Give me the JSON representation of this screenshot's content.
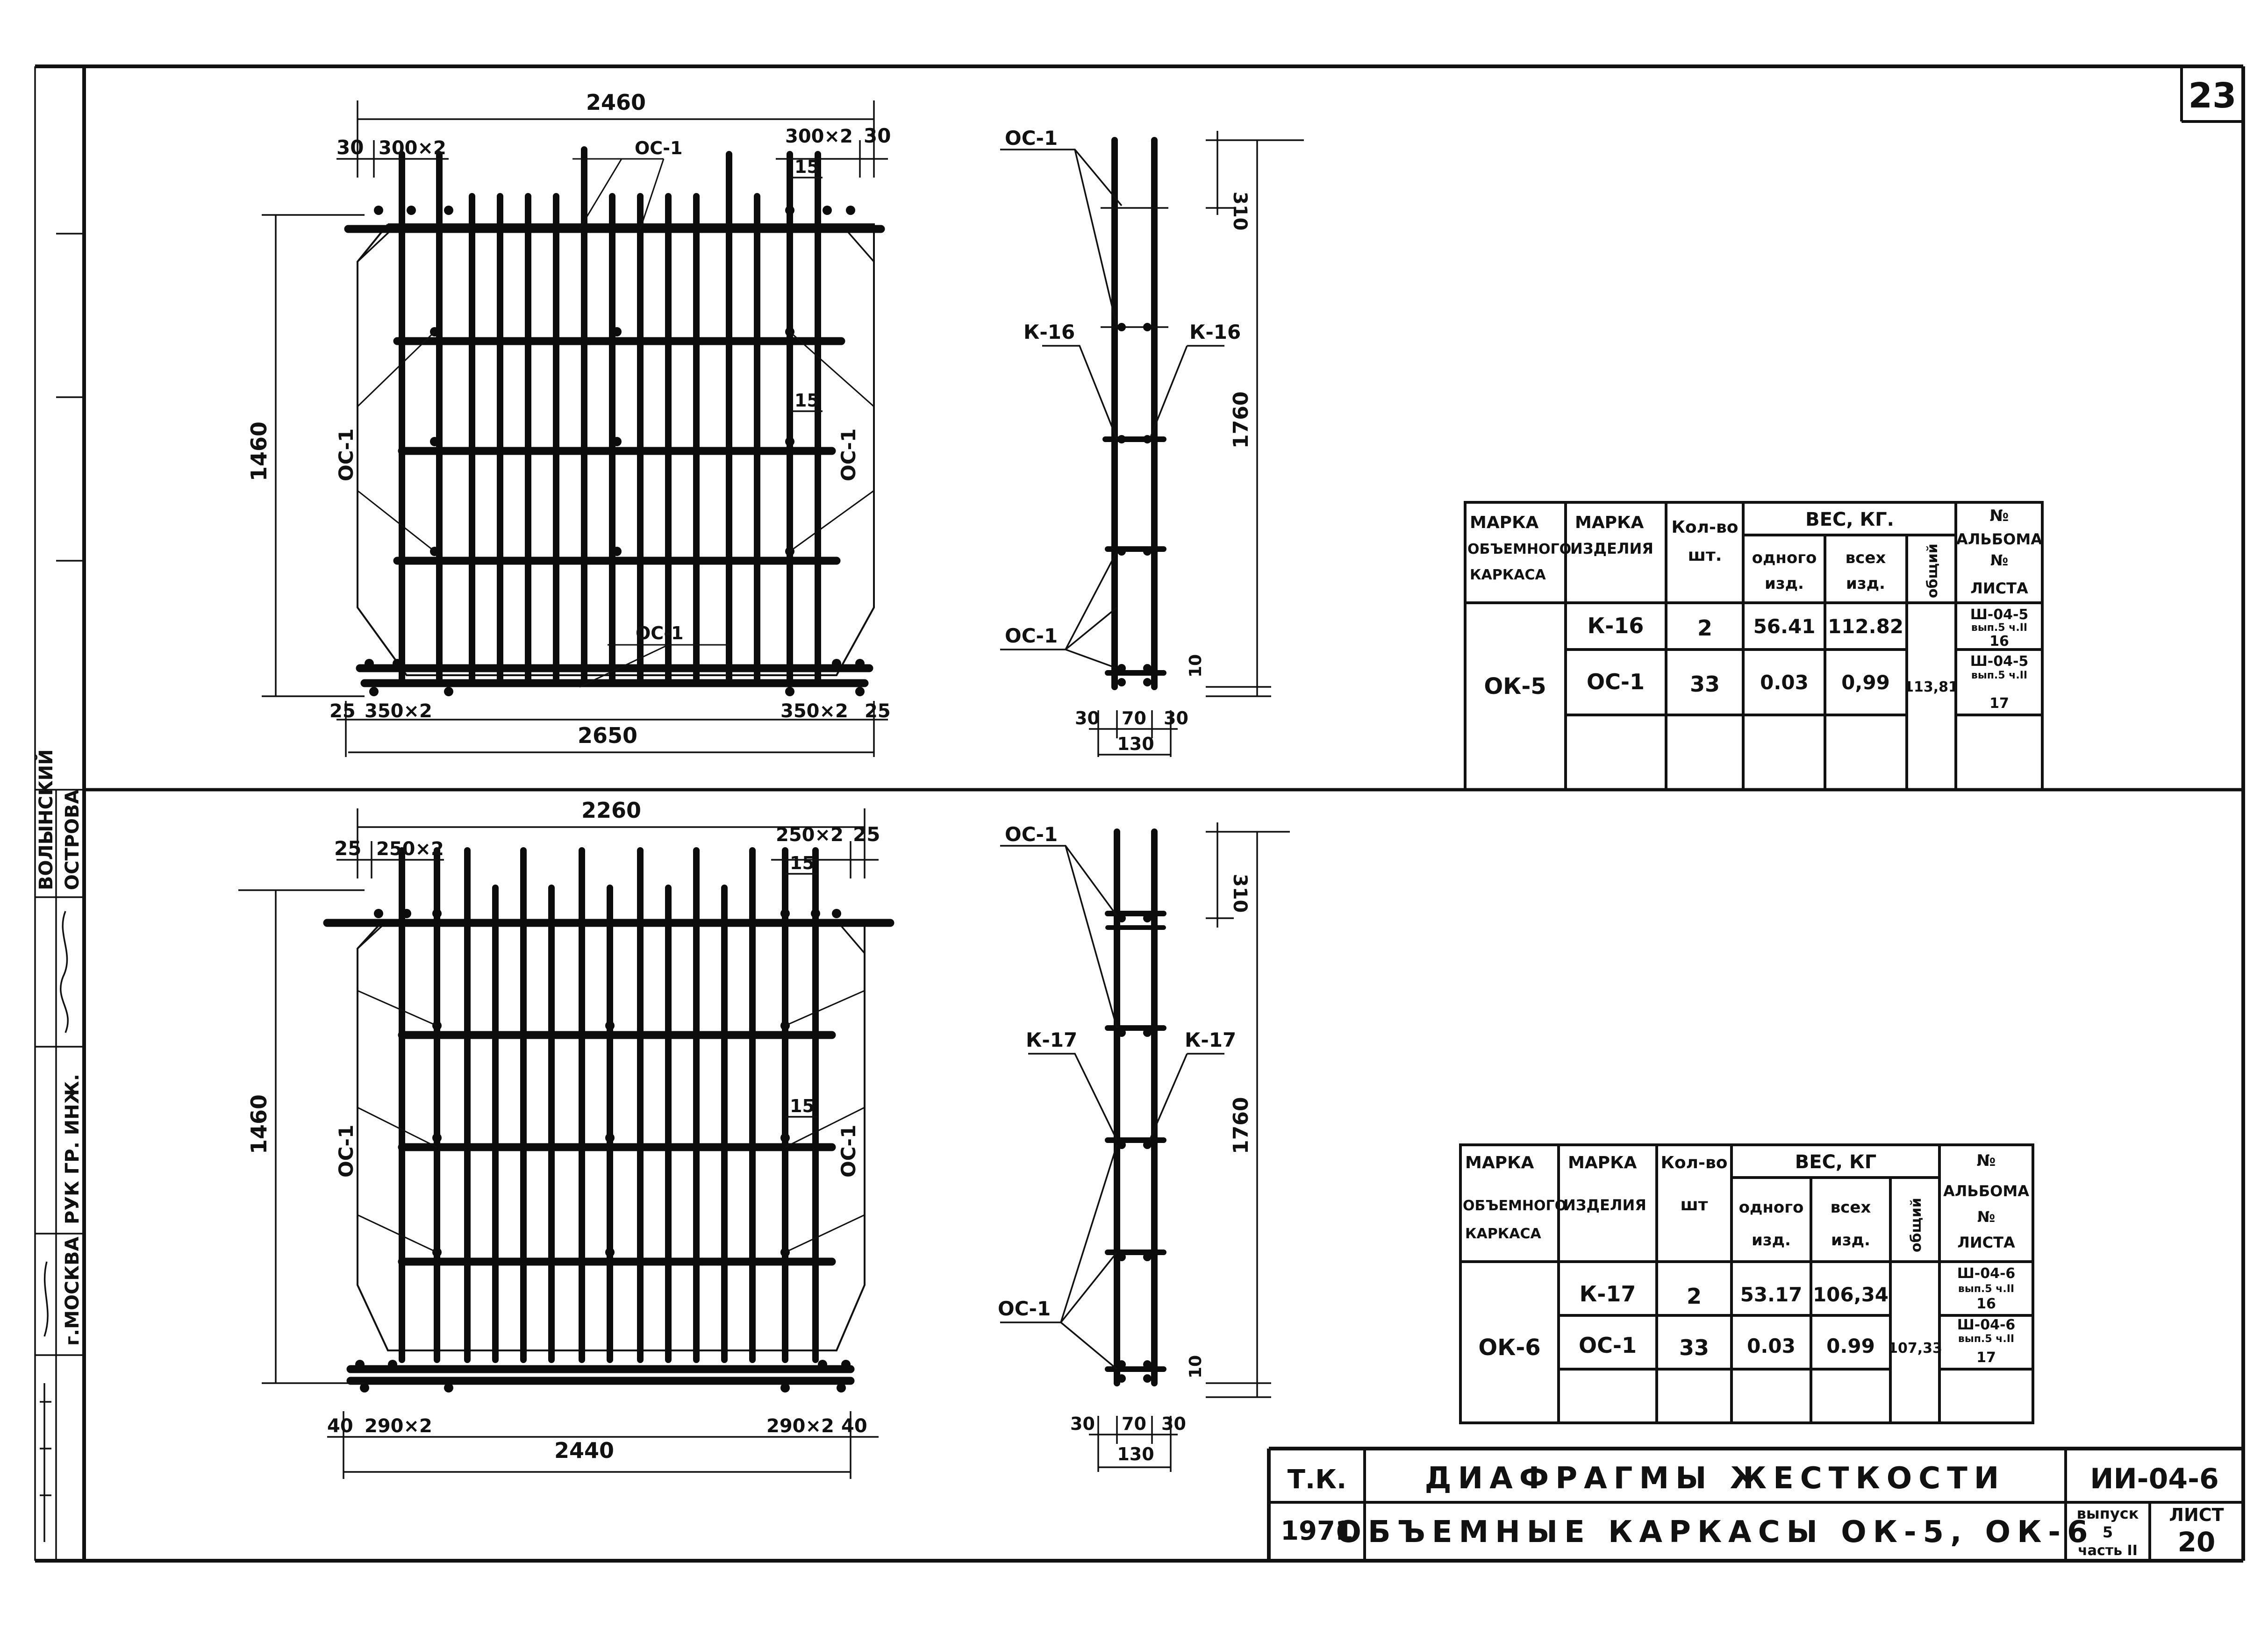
{
  "sheet": {
    "number": "23",
    "top_drawing": {
      "overall_top": "2460",
      "overall_bottom": "2650",
      "height": "1460",
      "top_left_edge": "30",
      "top_left_spacing": "300×2",
      "top_right_spacing": "300×2",
      "top_right_edge": "30",
      "top_15": "15",
      "mid_15": "15",
      "bottom_left_edge": "25",
      "bottom_left_spacing": "350×2",
      "bottom_right_spacing": "350×2",
      "bottom_right_edge": "25",
      "label_os1": "ОС-1"
    },
    "top_section": {
      "label_os1_top": "ОС-1",
      "label_k_left": "К-16",
      "label_k_right": "К-16",
      "label_os1_bottom": "ОС-1",
      "dim_310": "310",
      "dim_1760": "1760",
      "dim_10": "10",
      "dim_30a": "30",
      "dim_70": "70",
      "dim_30b": "30",
      "dim_130": "130"
    },
    "bottom_drawing": {
      "overall_top": "2260",
      "overall_bottom": "2440",
      "height": "1460",
      "top_left_edge": "25",
      "top_left_spacing": "250×2",
      "top_right_spacing": "250×2",
      "top_right_edge": "25",
      "top_15": "15",
      "mid_15": "15",
      "bottom_left_edge": "40",
      "bottom_left_spacing": "290×2",
      "bottom_right_spacing": "290×2",
      "bottom_right_edge": "40",
      "label_os1": "ОС-1"
    },
    "bottom_section": {
      "label_os1_top": "ОС-1",
      "label_k_left": "К-17",
      "label_k_right": "К-17",
      "label_os1_bottom": "ОС-1",
      "dim_310": "310",
      "dim_1760": "1760",
      "dim_10": "10",
      "dim_30a": "30",
      "dim_70": "70",
      "dim_30b": "30",
      "dim_130": "130"
    },
    "table1": {
      "h_mark_frame": [
        "МАРКА",
        "ОБЪЕМНОГО",
        "КАРКАСА"
      ],
      "h_mark_item": [
        "МАРКА",
        "ИЗДЕЛИЯ"
      ],
      "h_qty": [
        "Кол-во",
        "шт."
      ],
      "h_weight": "ВЕС, КГ.",
      "h_one": [
        "одного",
        "изд."
      ],
      "h_all": [
        "всех",
        "изд."
      ],
      "h_total": "общий",
      "h_album": [
        "№",
        "АЛЬБОМА",
        "№",
        "ЛИСТА"
      ],
      "frame": "ОК-5",
      "rows": [
        {
          "item": "К-16",
          "qty": "2",
          "one": "56.41",
          "all": "112.82",
          "album": "Ш-04-5",
          "issue": "вып.5 ч.II",
          "sheet": "16"
        },
        {
          "item": "ОС-1",
          "qty": "33",
          "one": "0.03",
          "all": "0,99",
          "album": "Ш-04-5",
          "issue": "вып.5 ч.II",
          "sheet": "17"
        }
      ],
      "total": "113,81"
    },
    "table2": {
      "h_mark_frame": [
        "МАРКА",
        "ОБЪЕМНОГО",
        "КАРКАСА"
      ],
      "h_mark_item": [
        "МАРКА",
        "ИЗДЕЛИЯ"
      ],
      "h_qty": [
        "Кол-во",
        "шт"
      ],
      "h_weight": "ВЕС, КГ",
      "h_one": [
        "одного",
        "изд."
      ],
      "h_all": [
        "всех",
        "изд."
      ],
      "h_total": "общий",
      "h_album": [
        "№",
        "АЛЬБОМА",
        "№",
        "ЛИСТА"
      ],
      "frame": "ОК-6",
      "rows": [
        {
          "item": "К-17",
          "qty": "2",
          "one": "53.17",
          "all": "106,34",
          "album": "Ш-04-6",
          "issue": "вып.5 ч.II",
          "sheet": "16"
        },
        {
          "item": "ОС-1",
          "qty": "33",
          "one": "0.03",
          "all": "0.99",
          "album": "Ш-04-6",
          "issue": "вып.5 ч.II",
          "sheet": "17"
        }
      ],
      "total": "107,33"
    },
    "title_block": {
      "tk": "Т.К.",
      "year": "1971",
      "title": "ДИАФРАГМЫ ЖЕСТКОСТИ",
      "subtitle": "ОБЪЕМНЫЕ КАРКАСЫ ОК-5, ОК-6",
      "code": "ИИ-04-6",
      "issue_label": "выпуск",
      "issue_value": "5",
      "part_label": "часть II",
      "sheet_label": "ЛИСТ",
      "sheet_value": "20"
    },
    "margin": {
      "name1": "ВОЛЫНСКИЙ",
      "name2": "ОСТРОВА",
      "role": "РУК ГР. ИНЖ.",
      "city": "г.МОСКВА"
    }
  }
}
